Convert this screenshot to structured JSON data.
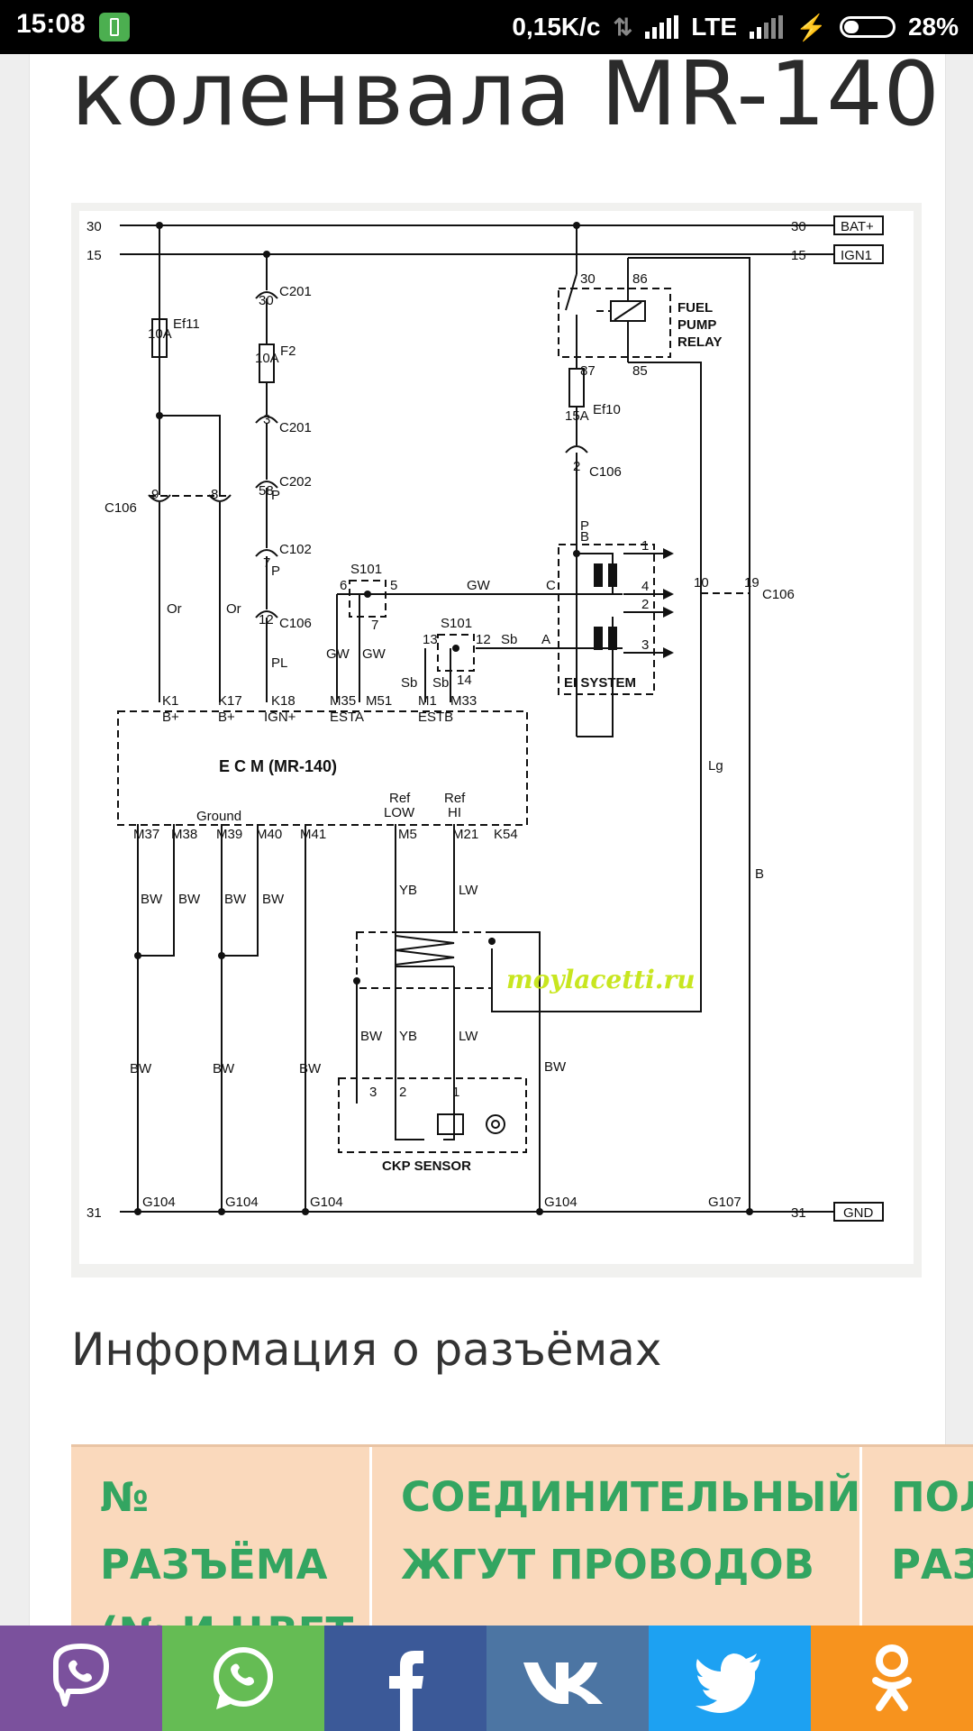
{
  "status_bar": {
    "time": "15:08",
    "speed": "0,15K/c",
    "network": "LTE",
    "battery": "28%"
  },
  "page": {
    "title_fragment": "коленвала MR-140",
    "section_heading": "Информация о разъёмах"
  },
  "diagram": {
    "rails": [
      {
        "left": "30",
        "right": "30",
        "tag": "BAT+"
      },
      {
        "left": "15",
        "right": "15",
        "tag": "IGN1"
      },
      {
        "left": "31",
        "right": "31",
        "tag": "GND"
      }
    ],
    "fuses": {
      "ef11": "Ef11",
      "ef11_rating": "10A",
      "f2": "F2",
      "f2_rating": "10A",
      "ef10": "Ef10",
      "ef10_rating": "15A"
    },
    "connectors": {
      "c201a": "C201",
      "c201a_pin": "30",
      "c201b": "C201",
      "c201b_pin": "3",
      "c202": "C202",
      "c202_pin": "58",
      "c102": "C102",
      "c102_pin": "7",
      "c106_ign": "C106",
      "c106_ign_pin": "12",
      "c106_left": "C106",
      "c106_left_pin1": "9",
      "c106_left_pin2": "8",
      "c106_ef10": "C106",
      "c106_ef10_pin": "2",
      "c106_right": "C106",
      "c106_right_pin1": "10",
      "c106_right_pin2": "19"
    },
    "relay": {
      "label": [
        "FUEL",
        "PUMP",
        "RELAY"
      ],
      "pins": [
        "30",
        "86",
        "87",
        "85"
      ]
    },
    "splices": {
      "s101a": "S101",
      "s101a_pins": [
        "6",
        "5",
        "7"
      ],
      "s101b": "S101",
      "s101b_pins": [
        "13",
        "12",
        "14"
      ]
    },
    "ei_system": {
      "label": "EI SYSTEM",
      "inputs": [
        "C",
        "A",
        "B"
      ],
      "outputs": [
        "1",
        "4",
        "2",
        "3"
      ]
    },
    "wires": {
      "or": "Or",
      "p": "P",
      "pl": "PL",
      "gw": "GW",
      "sb": "Sb",
      "b": "B",
      "lg": "Lg",
      "bw": "BW",
      "yb": "YB",
      "lw": "LW"
    },
    "ecm": {
      "label": "E  C  M (MR-140)",
      "top_pins": [
        "K1",
        "K17",
        "K18",
        "M35",
        "M51",
        "M1",
        "M33"
      ],
      "top_funcs": [
        "B+",
        "B+",
        "IGN+",
        "ESTA",
        "ESTB"
      ],
      "bottom_pins": [
        "M37",
        "M38",
        "M39",
        "M40",
        "M41",
        "M5",
        "M21",
        "K54"
      ],
      "ground": "Ground",
      "ref_low": [
        "Ref",
        "LOW"
      ],
      "ref_hi": [
        "Ref",
        "HI"
      ]
    },
    "ckp": {
      "label": "CKP SENSOR",
      "pins": [
        "3",
        "2",
        "1"
      ]
    },
    "grounds": [
      "G104",
      "G104",
      "G104",
      "G104",
      "G107"
    ],
    "watermark": "moylacetti.ru"
  },
  "table": {
    "headers": [
      "№ РАЗЪЁМА (№ И ЦВЕТ",
      "СОЕДИНИТЕЛЬНЫЙ ЖГУТ ПРОВОДОВ",
      "ПОЛОЖЕНИЕ РАЗЪЁМА"
    ]
  },
  "share_bar": [
    {
      "name": "viber",
      "color": "#7b519d"
    },
    {
      "name": "whatsapp",
      "color": "#65bc54"
    },
    {
      "name": "facebook",
      "color": "#3b5998"
    },
    {
      "name": "vk",
      "color": "#4c75a3"
    },
    {
      "name": "twitter",
      "color": "#1da1f2"
    },
    {
      "name": "odnoklassniki",
      "color": "#f7931e"
    }
  ]
}
